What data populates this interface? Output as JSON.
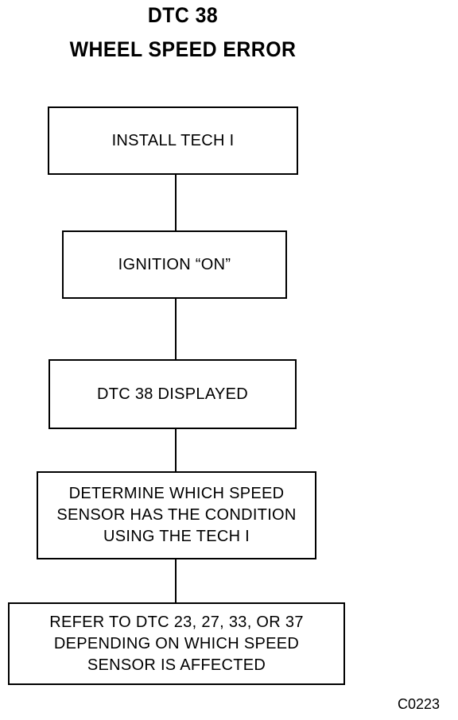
{
  "title": {
    "line1": "DTC 38",
    "line2": "WHEEL SPEED ERROR"
  },
  "steps": [
    {
      "lines": [
        "INSTALL TECH I"
      ]
    },
    {
      "lines": [
        "IGNITION “ON”"
      ]
    },
    {
      "lines": [
        "DTC 38 DISPLAYED"
      ]
    },
    {
      "lines": [
        "DETERMINE WHICH SPEED",
        "SENSOR HAS THE CONDITION",
        "USING THE TECH I"
      ]
    },
    {
      "lines": [
        "REFER TO DTC 23, 27, 33, OR 37",
        "DEPENDING ON WHICH SPEED",
        "SENSOR IS AFFECTED"
      ]
    }
  ],
  "figure_id": "C0223"
}
